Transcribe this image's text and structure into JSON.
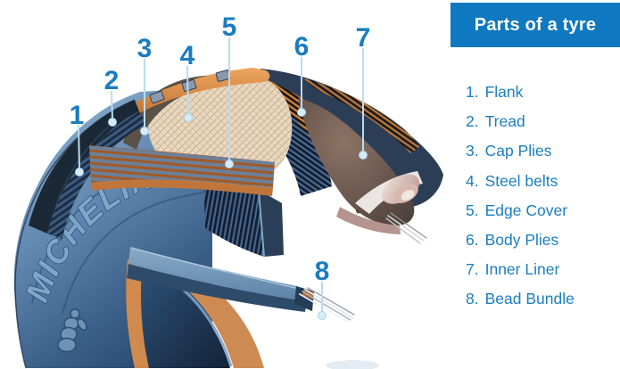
{
  "title_panel": {
    "title": "Parts of a tyre",
    "bg": "#0e78c0",
    "text_color": "#ffffff"
  },
  "legend": {
    "text_color": "#1b7ec1",
    "items": [
      {
        "num": "1.",
        "label": "Flank"
      },
      {
        "num": "2.",
        "label": "Tread"
      },
      {
        "num": "3.",
        "label": "Cap Plies"
      },
      {
        "num": "4.",
        "label": "Steel belts"
      },
      {
        "num": "5.",
        "label": "Edge Cover"
      },
      {
        "num": "6.",
        "label": "Body Plies"
      },
      {
        "num": "7.",
        "label": "Inner Liner"
      },
      {
        "num": "8.",
        "label": "Bead Bundle"
      }
    ]
  },
  "diagram": {
    "brand": "MICHELIN",
    "callouts": [
      {
        "num": "1"
      },
      {
        "num": "2"
      },
      {
        "num": "3"
      },
      {
        "num": "4"
      },
      {
        "num": "5"
      },
      {
        "num": "6"
      },
      {
        "num": "7"
      },
      {
        "num": "8"
      }
    ]
  },
  "colors": {
    "accent_blue": "#0e78c0",
    "legend_text": "#1b7ec1",
    "callout_number": "#1a7cc1",
    "leader_line": "#b9dcf2",
    "leader_dot": "#d7ecf8",
    "flank_blue": "#6289b1",
    "tread_dark": "#1b2836",
    "cap_plies_surface": "#5b5149",
    "cap_ply_orange": "#d0813a",
    "steel_belt_cream": "#ead9c2",
    "edge_cover_slate": "#6d8098",
    "body_ply_orange": "#cd7f3a",
    "inner_liner_brown": "#7a6358",
    "hole_navy": "#1c3354",
    "hole_orange": "#cd8a52",
    "lower_band_side": "#2e4c6a",
    "navy_cut": "#2a3e58",
    "bead_metal": "#d9b8ae",
    "wire_silver": "#c9ccd2"
  }
}
